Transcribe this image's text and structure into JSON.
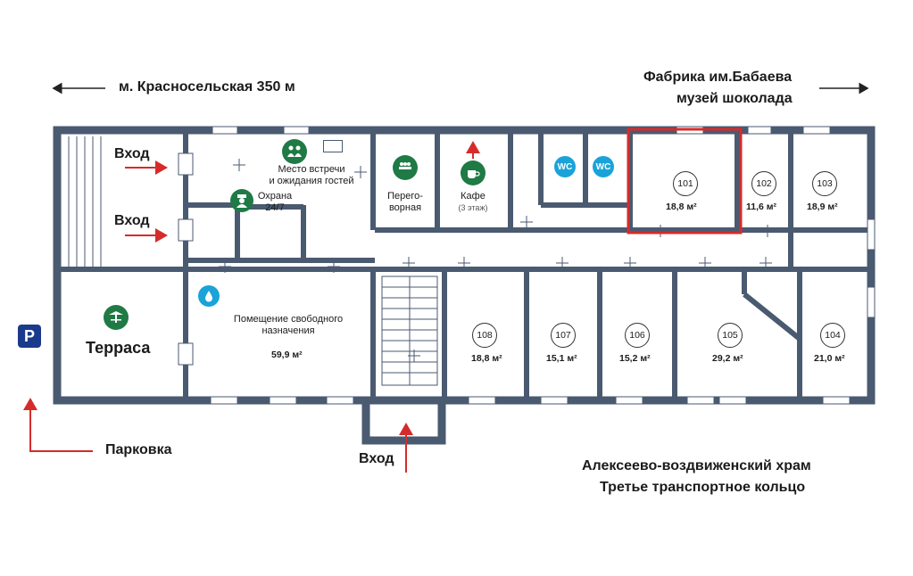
{
  "top": {
    "metro": "м. Красносельская 350 м",
    "factory_line1": "Фабрика им.Бабаева",
    "factory_line2": "музей шоколада"
  },
  "bottom": {
    "line1": "Алексеево-воздвиженский храм",
    "line2": "Третье транспортное кольцо"
  },
  "labels": {
    "entrance": "Вход",
    "parking": "Парковка",
    "parking_sign": "P",
    "terrace": "Терраса",
    "meeting_place_1": "Место встречи",
    "meeting_place_2": "и ожидания гостей",
    "security_1": "Охрана",
    "security_2": "24/7",
    "negotiation_1": "Перего-",
    "negotiation_2": "ворная",
    "cafe": "Кафе",
    "cafe_floor": "(3 этаж)",
    "free_room_1": "Помещение свободного",
    "free_room_2": "назначения",
    "free_room_area": "59,9 м²",
    "wc": "WC"
  },
  "rooms": [
    {
      "number": "101",
      "area": "18,8 м²",
      "highlighted": true
    },
    {
      "number": "102",
      "area": "11,6 м²"
    },
    {
      "number": "103",
      "area": "18,9 м²"
    },
    {
      "number": "104",
      "area": "21,0 м²"
    },
    {
      "number": "105",
      "area": "29,2 м²"
    },
    {
      "number": "106",
      "area": "15,2 м²"
    },
    {
      "number": "107",
      "area": "15,1 м²"
    },
    {
      "number": "108",
      "area": "18,8 м²"
    }
  ],
  "colors": {
    "wall": "#4a5a70",
    "highlight": "#d62b2b",
    "arrow_red": "#d62b2b",
    "icon_green": "#1f7a46",
    "icon_blue": "#1aa3d8",
    "parking_blue": "#1b3a8c"
  }
}
